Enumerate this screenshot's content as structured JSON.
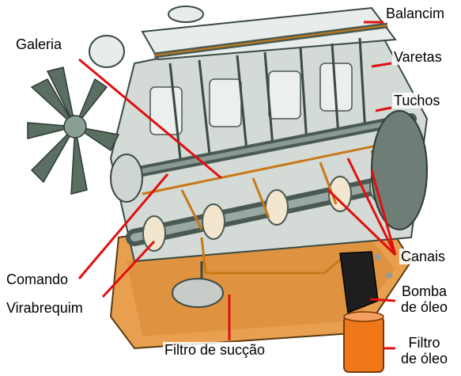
{
  "diagram": {
    "labels": {
      "balancim": "Balancim",
      "galeria": "Galeria",
      "varetas": "Varetas",
      "tuchos": "Tuchos",
      "canais": "Canais",
      "comando": "Comando",
      "virabrequim": "Virabrequim",
      "bomba_line1": "Bomba",
      "bomba_line2": "de óleo",
      "filtro_succao": "Filtro de sucção",
      "filtro_oleo_line1": "Filtro",
      "filtro_oleo_line2": "de óleo"
    },
    "colors": {
      "label_text": "#1a1a1a",
      "leader_line": "#e01010",
      "oil_orange": "#e07820",
      "oil_line": "#c87818",
      "engine_gray": "#bfc6c2",
      "engine_dark": "#4a5a52",
      "filter_orange": "#f07818",
      "pump_black": "#1e1e1e"
    }
  }
}
